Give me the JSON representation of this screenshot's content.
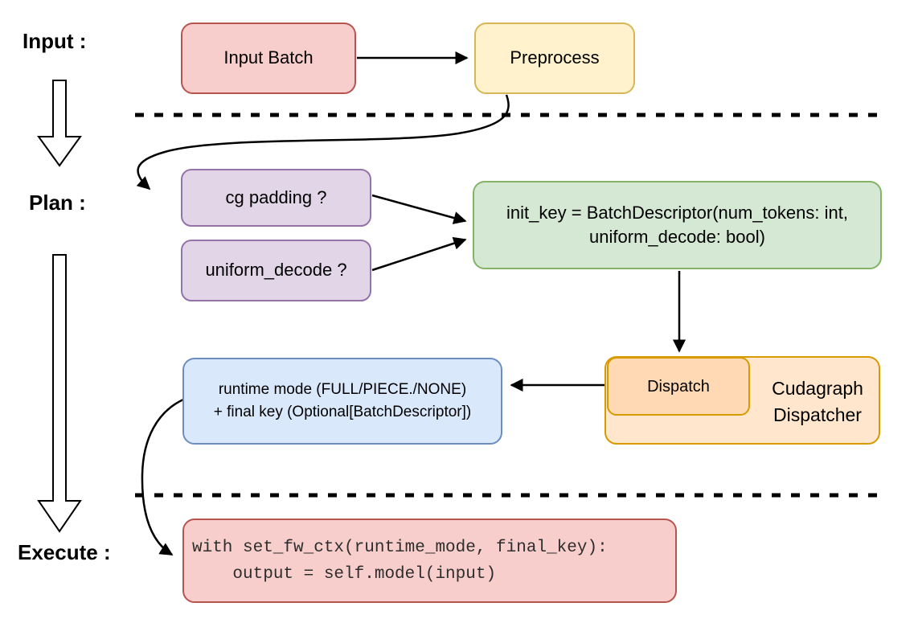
{
  "sections": {
    "input_label": "Input :",
    "plan_label": "Plan :",
    "execute_label": "Execute :"
  },
  "nodes": {
    "input_batch": "Input Batch",
    "preprocess": "Preprocess",
    "cg_padding": "cg padding ?",
    "uniform_decode": "uniform_decode ?",
    "init_key_line1": "init_key = BatchDescriptor(num_tokens: int,",
    "init_key_line2": "uniform_decode: bool)",
    "dispatch": "Dispatch",
    "cudagraph_line1": "Cudagraph",
    "cudagraph_line2": "Dispatcher",
    "runtime_line1": "runtime mode (FULL/PIECE./NONE)",
    "runtime_line2": "+ final key (Optional[BatchDescriptor])",
    "code_line1": "with set_fw_ctx(runtime_mode, final_key):",
    "code_line2": "    output = self.model(input)"
  },
  "colors": {
    "red_fill": "#f8cecc",
    "red_stroke": "#b85450",
    "yellow_fill": "#fff2cc",
    "yellow_stroke": "#d6b656",
    "purple_fill": "#e1d5e7",
    "purple_stroke": "#9673a6",
    "green_fill": "#d5e8d4",
    "green_stroke": "#82b366",
    "orange_fill": "#ffe6cc",
    "orange_inner_fill": "#ffd9b3",
    "orange_stroke": "#d79b00",
    "blue_fill": "#dae8fc",
    "blue_stroke": "#6c8ebf",
    "connector": "#000000",
    "background": "#ffffff"
  }
}
